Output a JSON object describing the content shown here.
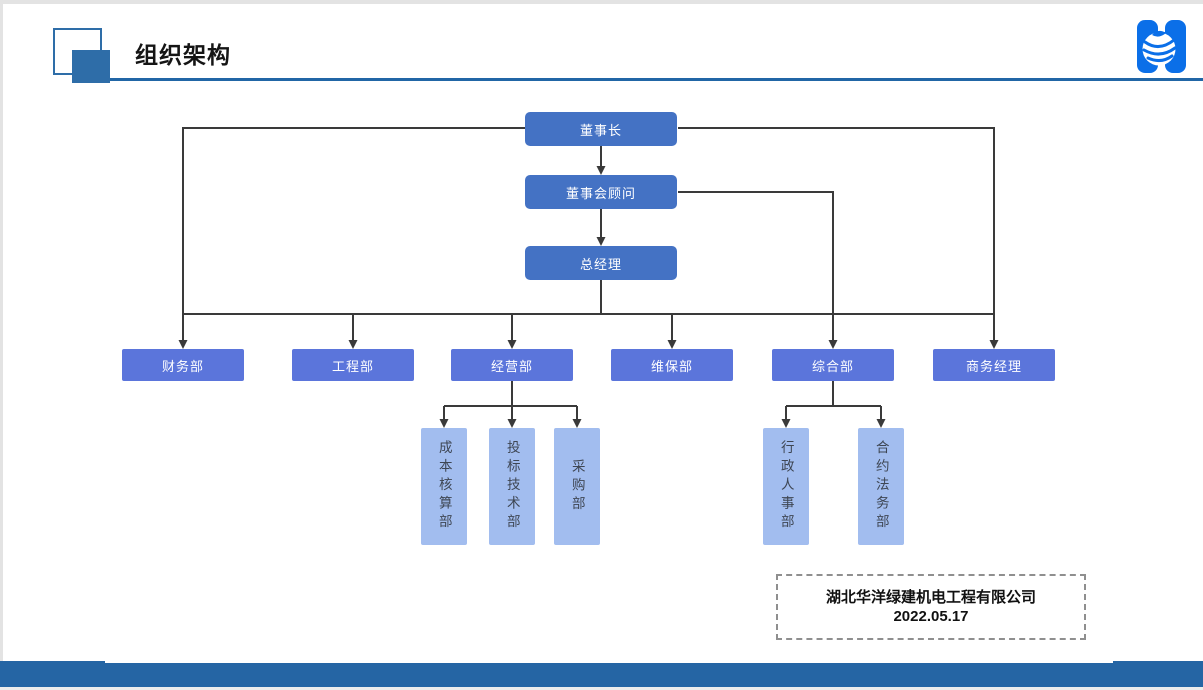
{
  "slide": {
    "title": "组织架构"
  },
  "icons": {
    "logo": "globe-swirl-logo"
  },
  "org_chart": {
    "executives": [
      "董事长",
      "董事会顾问",
      "总经理"
    ],
    "departments": [
      "财务部",
      "工程部",
      "经营部",
      "维保部",
      "综合部",
      "商务经理"
    ],
    "operations_subdepartments": [
      "成本核算部",
      "投标技术部",
      "采购部"
    ],
    "general_affairs_subdepartments": [
      "行政人事部",
      "合约法务部"
    ]
  },
  "footer_note": {
    "company": "湖北华洋绿建机电工程有限公司",
    "date": "2022.05.17"
  },
  "colors": {
    "executive_box": "#4472C4",
    "department_box": "#5B75DB",
    "subdepartment_box": "#A2BDEF",
    "connector": "#3A3A3A",
    "accent_line": "#2166A6",
    "decoration_square": "#2E6DA8",
    "footer_bar": "#2565A4",
    "logo_blue": "#0B6FE8"
  }
}
